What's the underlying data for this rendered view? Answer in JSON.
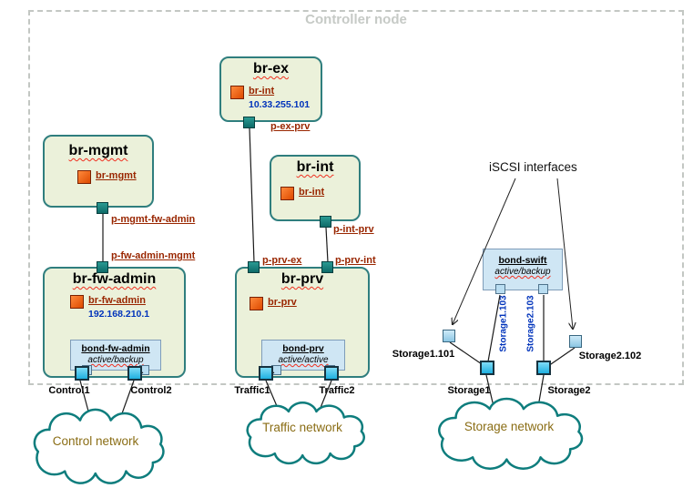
{
  "header": {
    "title": "Controller node"
  },
  "bridges": {
    "br_ex": {
      "title": "br-ex",
      "iface": "br-int",
      "ip": "10.33.255.101"
    },
    "br_mgmt": {
      "title": "br-mgmt",
      "iface": "br-mgmt"
    },
    "br_int": {
      "title": "br-int",
      "iface": "br-int"
    },
    "br_fw_admin": {
      "title": "br-fw-admin",
      "iface": "br-fw-admin",
      "ip": "192.168.210.1"
    },
    "br_prv": {
      "title": "br-prv",
      "iface": "br-prv"
    }
  },
  "ports": {
    "p_ex_prv": "p-ex-prv",
    "p_mgmt_fw_admin": "p-mgmt-fw-admin",
    "p_fw_admin_mgmt": "p-fw-admin-mgmt",
    "p_int_prv": "p-int-prv",
    "p_prv_ex": "p-prv-ex",
    "p_prv_int": "p-prv-int"
  },
  "bonds": {
    "bond_fw_admin": {
      "name": "bond-fw-admin",
      "mode": "active/backup"
    },
    "bond_prv": {
      "name": "bond-prv",
      "mode": "active/active"
    },
    "bond_swift": {
      "name": "bond-swift",
      "mode": "active/backup"
    }
  },
  "nics": {
    "control1": "Control1",
    "control2": "Control2",
    "traffic1": "Traffic1",
    "traffic2": "Traffic2",
    "storage1": "Storage1",
    "storage2": "Storage2"
  },
  "storage_labels": {
    "iscsi": "iSCSI interfaces",
    "s1_101": "Storage1.101",
    "s2_102": "Storage2.102",
    "s1_103": "Storage1.103",
    "s2_103": "Storage2.103"
  },
  "networks": {
    "control": "Control network",
    "traffic": "Traffic network",
    "storage": "Storage network"
  },
  "colors": {
    "bridge_fill": "#ebf1da",
    "teal_border": "#2f7e7e",
    "port_fill": "#178080",
    "nic_fill": "#3bc6f0",
    "bond_fill": "#cfe6f4",
    "orange_icon": "#ee5a0a",
    "label_red": "#992600",
    "ip_blue": "#0033bb",
    "network_text": "#8a6d15",
    "node_title_gray": "#c6cac6"
  }
}
